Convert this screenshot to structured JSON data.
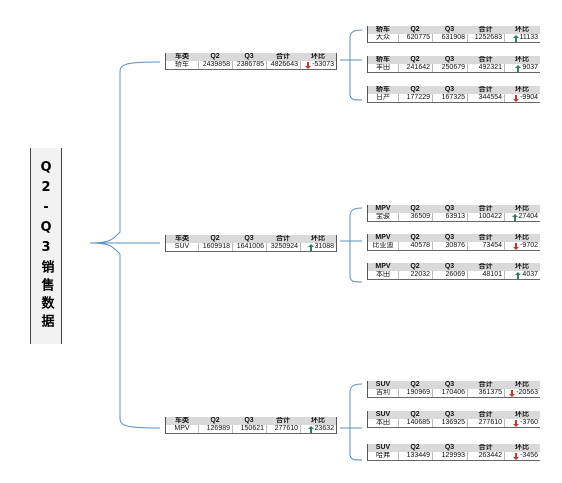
{
  "root": {
    "title": "Q2-Q3销售数据"
  },
  "branches": [
    {
      "summary": {
        "headers": [
          "车类",
          "Q2",
          "Q3",
          "合计",
          "环比"
        ],
        "row": {
          "name": "轿车",
          "q2": "2439858",
          "q3": "2386785",
          "total": "4826643",
          "change": "-53073",
          "dir": "down"
        }
      },
      "children": [
        {
          "headers": [
            "轿车",
            "Q2",
            "Q3",
            "合计",
            "环比"
          ],
          "row": {
            "name": "大众",
            "q2": "620775",
            "q3": "631908",
            "total": "1252683",
            "change": "11133",
            "dir": "up"
          }
        },
        {
          "headers": [
            "轿车",
            "Q2",
            "Q3",
            "合计",
            "环比"
          ],
          "row": {
            "name": "丰田",
            "q2": "241642",
            "q3": "250679",
            "total": "492321",
            "change": "9037",
            "dir": "up"
          }
        },
        {
          "headers": [
            "轿车",
            "Q2",
            "Q3",
            "合计",
            "环比"
          ],
          "row": {
            "name": "日产",
            "q2": "177229",
            "q3": "167325",
            "total": "344554",
            "change": "-9904",
            "dir": "down"
          }
        }
      ]
    },
    {
      "summary": {
        "headers": [
          "车类",
          "Q2",
          "Q3",
          "合计",
          "环比"
        ],
        "row": {
          "name": "SUV",
          "q2": "1609918",
          "q3": "1641006",
          "total": "3250924",
          "change": "31088",
          "dir": "up"
        }
      },
      "children": [
        {
          "headers": [
            "MPV",
            "Q2",
            "Q3",
            "合计",
            "环比"
          ],
          "row": {
            "name": "宝骏",
            "q2": "36509",
            "q3": "63913",
            "total": "100422",
            "change": "27404",
            "dir": "up"
          }
        },
        {
          "headers": [
            "MPV",
            "Q2",
            "Q3",
            "合计",
            "环比"
          ],
          "row": {
            "name": "比亚迪",
            "q2": "40578",
            "q3": "30876",
            "total": "73454",
            "change": "-9702",
            "dir": "down"
          }
        },
        {
          "headers": [
            "MPV",
            "Q2",
            "Q3",
            "合计",
            "环比"
          ],
          "row": {
            "name": "本田",
            "q2": "22032",
            "q3": "26069",
            "total": "48101",
            "change": "4037",
            "dir": "up"
          }
        }
      ]
    },
    {
      "summary": {
        "headers": [
          "车类",
          "Q2",
          "Q3",
          "合计",
          "环比"
        ],
        "row": {
          "name": "MPV",
          "q2": "126989",
          "q3": "150621",
          "total": "277610",
          "change": "23632",
          "dir": "up"
        }
      },
      "children": [
        {
          "headers": [
            "SUV",
            "Q2",
            "Q3",
            "合计",
            "环比"
          ],
          "row": {
            "name": "吉利",
            "q2": "190969",
            "q3": "170406",
            "total": "361375",
            "change": "-20563",
            "dir": "down"
          }
        },
        {
          "headers": [
            "SUV",
            "Q2",
            "Q3",
            "合计",
            "环比"
          ],
          "row": {
            "name": "本田",
            "q2": "140685",
            "q3": "136925",
            "total": "277610",
            "change": "-3760",
            "dir": "down"
          }
        },
        {
          "headers": [
            "SUV",
            "Q2",
            "Q3",
            "合计",
            "环比"
          ],
          "row": {
            "name": "哈弗",
            "q2": "133449",
            "q3": "129993",
            "total": "263442",
            "change": "-3456",
            "dir": "down"
          }
        }
      ]
    }
  ],
  "colors": {
    "connector": "#5b8fc7",
    "up": "#2e7d5b",
    "down": "#c0392b",
    "header_bg": "#d9d9d9"
  }
}
